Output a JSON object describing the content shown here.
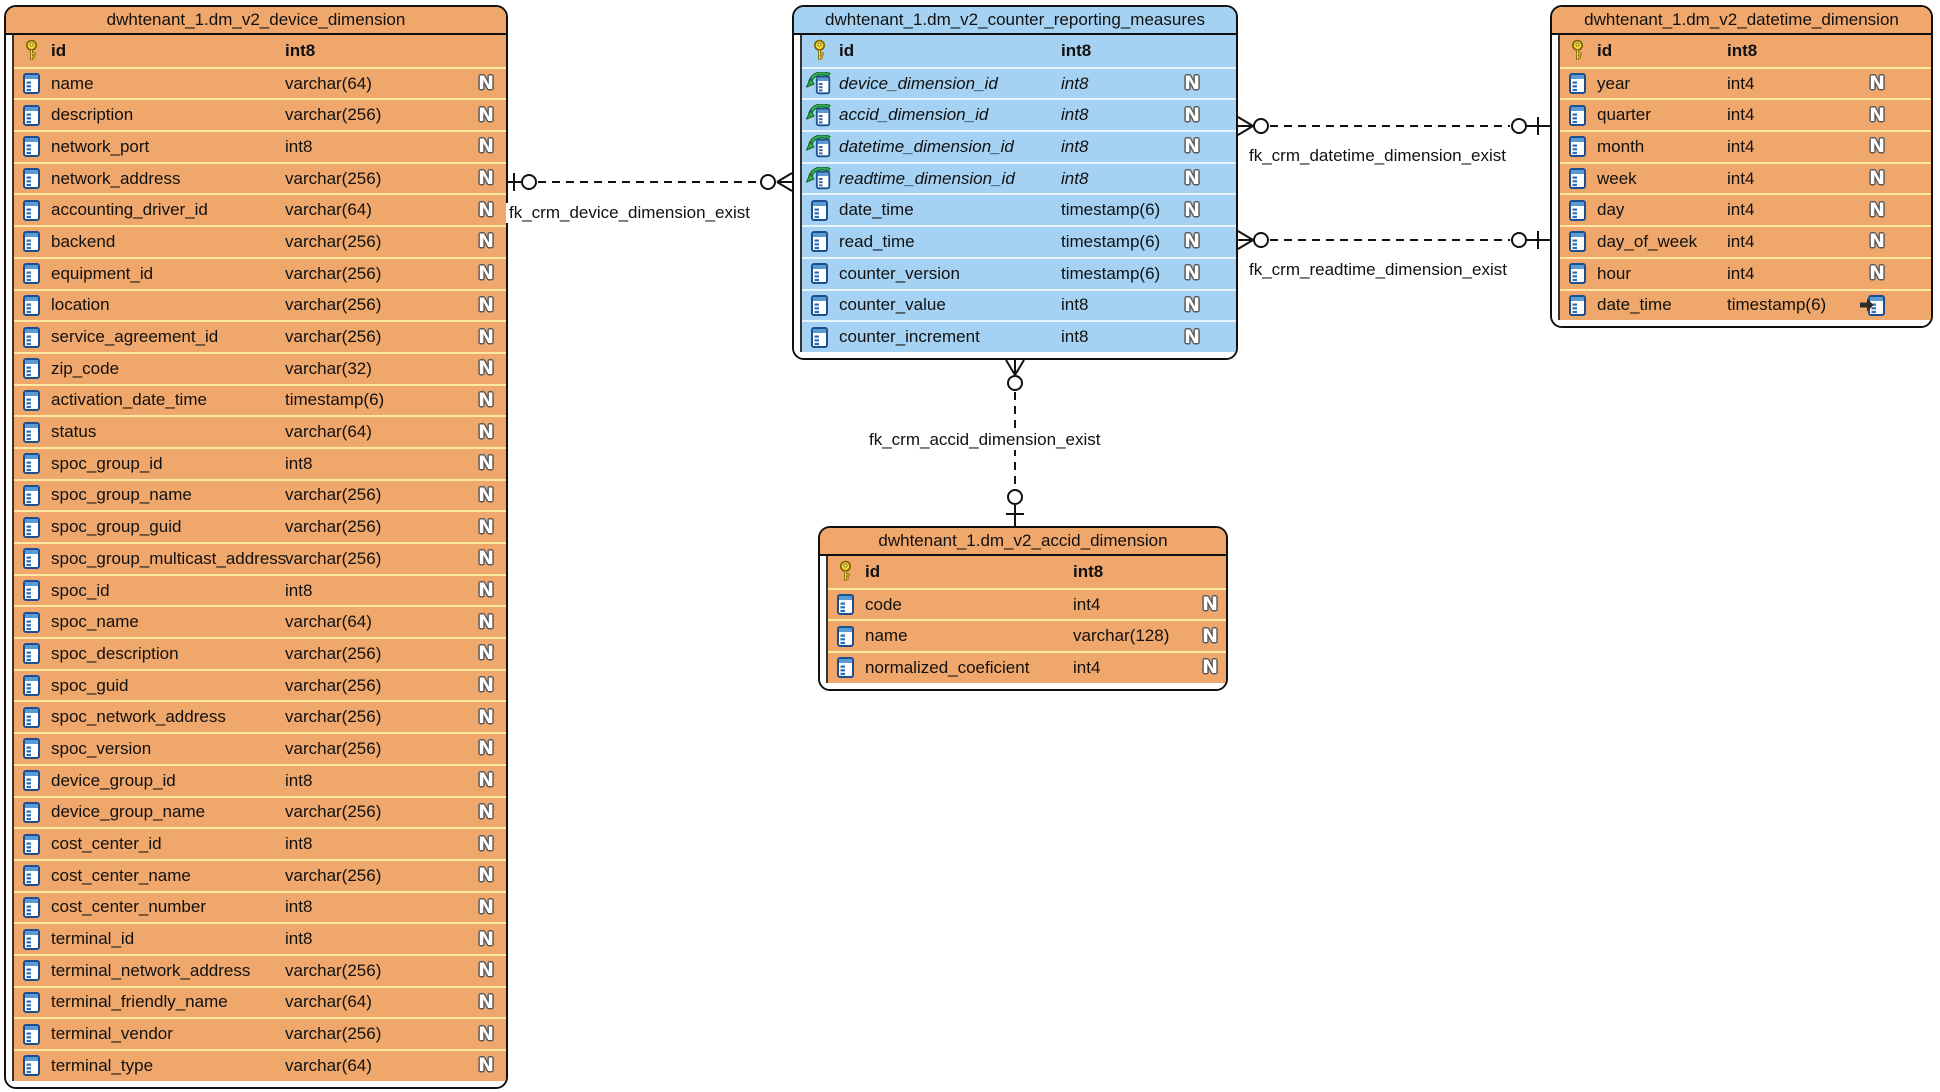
{
  "diagram_type": "database-er-diagram",
  "colors": {
    "background": "#FFFFFF",
    "border": "#111111",
    "line": "#111111",
    "table_orange": "#F0A76C",
    "orange_separator": "#FFE8A3",
    "table_blue": "#A5D2F2",
    "blue_separator": "#E8F4FD",
    "pk_key_gold": "#F3D430",
    "fk_arrow_green": "#2FAE52",
    "column_icon_blue": "#2E6DB4"
  },
  "tables": [
    {
      "title": "dwhtenant_1.dm_v2_device_dimension",
      "theme": "orange",
      "columns": [
        {
          "name": "id",
          "type": "int8",
          "icon": "pk",
          "right": "none"
        },
        {
          "name": "name",
          "type": "varchar(64)",
          "icon": "col",
          "right": "null"
        },
        {
          "name": "description",
          "type": "varchar(256)",
          "icon": "col",
          "right": "null"
        },
        {
          "name": "network_port",
          "type": "int8",
          "icon": "col",
          "right": "null"
        },
        {
          "name": "network_address",
          "type": "varchar(256)",
          "icon": "col",
          "right": "null"
        },
        {
          "name": "accounting_driver_id",
          "type": "varchar(64)",
          "icon": "col",
          "right": "null"
        },
        {
          "name": "backend",
          "type": "varchar(256)",
          "icon": "col",
          "right": "null"
        },
        {
          "name": "equipment_id",
          "type": "varchar(256)",
          "icon": "col",
          "right": "null"
        },
        {
          "name": "location",
          "type": "varchar(256)",
          "icon": "col",
          "right": "null"
        },
        {
          "name": "service_agreement_id",
          "type": "varchar(256)",
          "icon": "col",
          "right": "null"
        },
        {
          "name": "zip_code",
          "type": "varchar(32)",
          "icon": "col",
          "right": "null"
        },
        {
          "name": "activation_date_time",
          "type": "timestamp(6)",
          "icon": "col",
          "right": "null"
        },
        {
          "name": "status",
          "type": "varchar(64)",
          "icon": "col",
          "right": "null"
        },
        {
          "name": "spoc_group_id",
          "type": "int8",
          "icon": "col",
          "right": "null"
        },
        {
          "name": "spoc_group_name",
          "type": "varchar(256)",
          "icon": "col",
          "right": "null"
        },
        {
          "name": "spoc_group_guid",
          "type": "varchar(256)",
          "icon": "col",
          "right": "null"
        },
        {
          "name": "spoc_group_multicast_address",
          "type": "varchar(256)",
          "icon": "col",
          "right": "null"
        },
        {
          "name": "spoc_id",
          "type": "int8",
          "icon": "col",
          "right": "null"
        },
        {
          "name": "spoc_name",
          "type": "varchar(64)",
          "icon": "col",
          "right": "null"
        },
        {
          "name": "spoc_description",
          "type": "varchar(256)",
          "icon": "col",
          "right": "null"
        },
        {
          "name": "spoc_guid",
          "type": "varchar(256)",
          "icon": "col",
          "right": "null"
        },
        {
          "name": "spoc_network_address",
          "type": "varchar(256)",
          "icon": "col",
          "right": "null"
        },
        {
          "name": "spoc_version",
          "type": "varchar(256)",
          "icon": "col",
          "right": "null"
        },
        {
          "name": "device_group_id",
          "type": "int8",
          "icon": "col",
          "right": "null"
        },
        {
          "name": "device_group_name",
          "type": "varchar(256)",
          "icon": "col",
          "right": "null"
        },
        {
          "name": "cost_center_id",
          "type": "int8",
          "icon": "col",
          "right": "null"
        },
        {
          "name": "cost_center_name",
          "type": "varchar(256)",
          "icon": "col",
          "right": "null"
        },
        {
          "name": "cost_center_number",
          "type": "int8",
          "icon": "col",
          "right": "null"
        },
        {
          "name": "terminal_id",
          "type": "int8",
          "icon": "col",
          "right": "null"
        },
        {
          "name": "terminal_network_address",
          "type": "varchar(256)",
          "icon": "col",
          "right": "null"
        },
        {
          "name": "terminal_friendly_name",
          "type": "varchar(64)",
          "icon": "col",
          "right": "null"
        },
        {
          "name": "terminal_vendor",
          "type": "varchar(256)",
          "icon": "col",
          "right": "null"
        },
        {
          "name": "terminal_type",
          "type": "varchar(64)",
          "icon": "col",
          "right": "null"
        }
      ]
    },
    {
      "title": "dwhtenant_1.dm_v2_counter_reporting_measures",
      "theme": "blue",
      "columns": [
        {
          "name": "id",
          "type": "int8",
          "icon": "pk",
          "right": "none"
        },
        {
          "name": "device_dimension_id",
          "type": "int8",
          "icon": "fk",
          "right": "null"
        },
        {
          "name": "accid_dimension_id",
          "type": "int8",
          "icon": "fk",
          "right": "null"
        },
        {
          "name": "datetime_dimension_id",
          "type": "int8",
          "icon": "fk",
          "right": "null"
        },
        {
          "name": "readtime_dimension_id",
          "type": "int8",
          "icon": "fk",
          "right": "null"
        },
        {
          "name": "date_time",
          "type": "timestamp(6)",
          "icon": "col",
          "right": "null"
        },
        {
          "name": "read_time",
          "type": "timestamp(6)",
          "icon": "col",
          "right": "null"
        },
        {
          "name": "counter_version",
          "type": "timestamp(6)",
          "icon": "col",
          "right": "null"
        },
        {
          "name": "counter_value",
          "type": "int8",
          "icon": "col",
          "right": "null"
        },
        {
          "name": "counter_increment",
          "type": "int8",
          "icon": "col",
          "right": "null"
        }
      ]
    },
    {
      "title": "dwhtenant_1.dm_v2_datetime_dimension",
      "theme": "orange",
      "columns": [
        {
          "name": "id",
          "type": "int8",
          "icon": "pk",
          "right": "none"
        },
        {
          "name": "year",
          "type": "int4",
          "icon": "col",
          "right": "null"
        },
        {
          "name": "quarter",
          "type": "int4",
          "icon": "col",
          "right": "null"
        },
        {
          "name": "month",
          "type": "int4",
          "icon": "col",
          "right": "null"
        },
        {
          "name": "week",
          "type": "int4",
          "icon": "col",
          "right": "null"
        },
        {
          "name": "day",
          "type": "int4",
          "icon": "col",
          "right": "null"
        },
        {
          "name": "day_of_week",
          "type": "int4",
          "icon": "col",
          "right": "null"
        },
        {
          "name": "hour",
          "type": "int4",
          "icon": "col",
          "right": "null"
        },
        {
          "name": "date_time",
          "type": "timestamp(6)",
          "icon": "col",
          "right": "index"
        }
      ]
    },
    {
      "title": "dwhtenant_1.dm_v2_accid_dimension",
      "theme": "orange",
      "columns": [
        {
          "name": "id",
          "type": "int8",
          "icon": "pk",
          "right": "none"
        },
        {
          "name": "code",
          "type": "int4",
          "icon": "col",
          "right": "null"
        },
        {
          "name": "name",
          "type": "varchar(128)",
          "icon": "col",
          "right": "null"
        },
        {
          "name": "normalized_coeficient",
          "type": "int4",
          "icon": "col",
          "right": "null"
        }
      ]
    }
  ],
  "relationships": [
    {
      "label": "fk_crm_device_dimension_exist"
    },
    {
      "label": "fk_crm_datetime_dimension_exist"
    },
    {
      "label": "fk_crm_readtime_dimension_exist"
    },
    {
      "label": "fk_crm_accid_dimension_exist"
    }
  ]
}
